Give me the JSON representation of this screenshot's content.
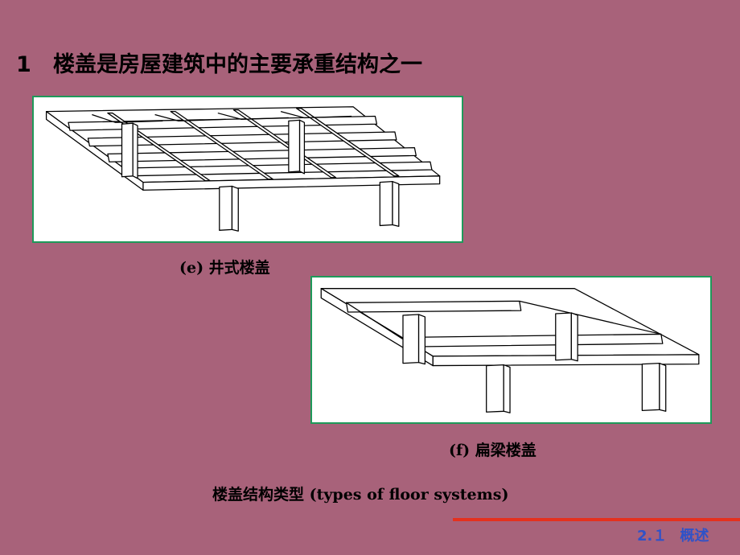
{
  "title": {
    "number": "1",
    "text": "楼盖是房屋建筑中的主要承重结构之一"
  },
  "figures": [
    {
      "caption": "(e) 井式楼盖"
    },
    {
      "caption": "(f) 扁梁楼盖"
    }
  ],
  "main_caption": "楼盖结构类型 (types of floor systems)",
  "footer": {
    "section": "2.１",
    "label": "概述"
  },
  "colors": {
    "background": "#a8627a",
    "figure_border": "#1e9a5a",
    "footer_rule": "#e5311e",
    "footer_text": "#2f52c8"
  }
}
